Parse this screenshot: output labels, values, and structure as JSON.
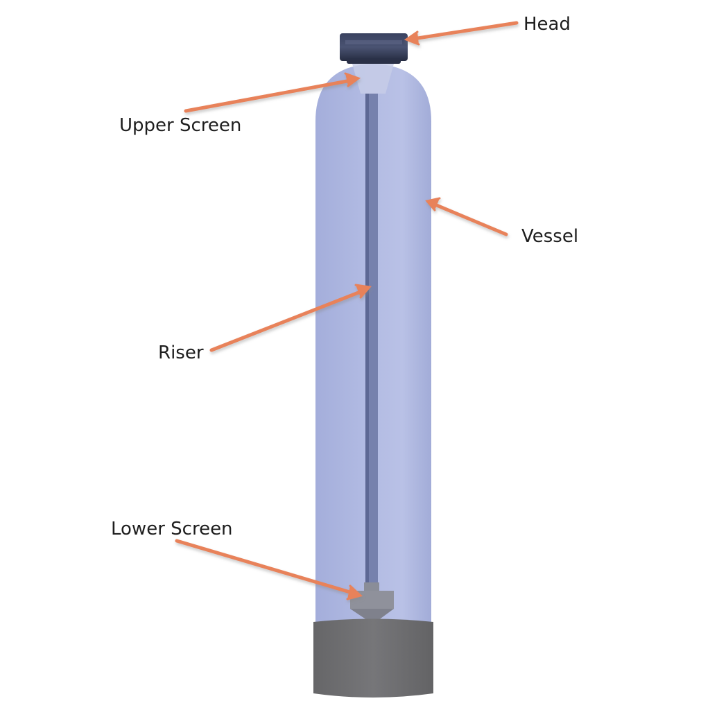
{
  "diagram": {
    "subject": "Water treatment tank cross-section",
    "colors": {
      "background": "#ffffff",
      "vessel": "#a9b3de",
      "vessel_highlight": "#bcc4e8",
      "riser": "#6f7aa6",
      "head": "#2e3650",
      "base": "#6e6e70",
      "screen": "#8d8f99",
      "arrow": "#e8825a",
      "label_text": "#1e1e1e"
    },
    "labels": [
      {
        "id": "head",
        "text": "Head"
      },
      {
        "id": "upper-screen",
        "text": "Upper Screen"
      },
      {
        "id": "vessel",
        "text": "Vessel"
      },
      {
        "id": "riser",
        "text": "Riser"
      },
      {
        "id": "lower-screen",
        "text": "Lower Screen"
      }
    ]
  }
}
